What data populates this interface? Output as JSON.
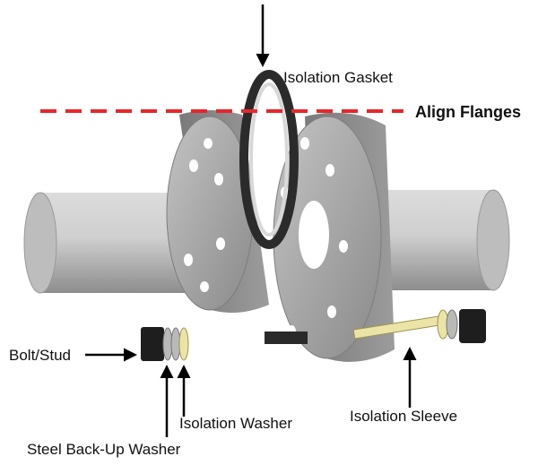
{
  "labels": {
    "isolation_gasket": "Isolation Gasket",
    "align_flanges": "Align Flanges",
    "bolt_stud": "Bolt/Stud",
    "isolation_washer": "Isolation Washer",
    "isolation_sleeve": "Isolation Sleeve",
    "steel_backup_washer": "Steel Back-Up Washer"
  },
  "colors": {
    "alignment_line": "#e8262b",
    "pipe": "#c9c9c9",
    "flange": "#a8a8a8",
    "gasket": "#2b2b2b",
    "bolt": "#1e1e1e",
    "isolation_part": "#ece3a6",
    "steel_washer": "#b9b9b9",
    "arrow": "#000000",
    "text": "#111111"
  },
  "icons": {
    "pointer": "arrow-icon"
  }
}
